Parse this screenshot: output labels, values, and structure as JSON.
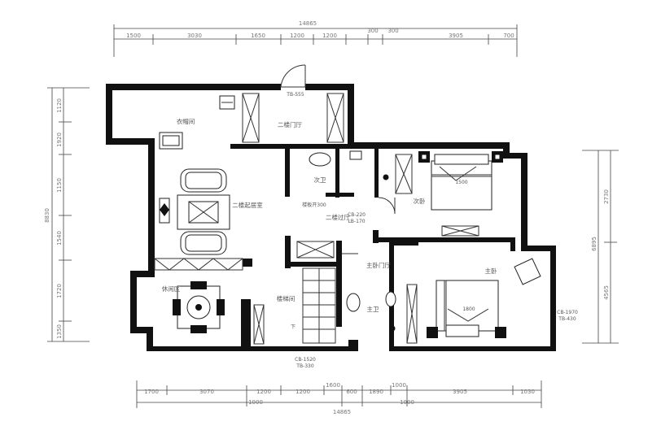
{
  "rooms": {
    "cloakroom": "衣帽间",
    "foyer": "二楼门厅",
    "family_room": "二楼起居室",
    "secondary_bath": "次卫",
    "secondary_bedroom": "次卧",
    "hall": "二楼过厅",
    "stair_well": "楼梯间",
    "leisure": "休闲区",
    "master_foyer": "主卧门厅",
    "master_bath": "主卫",
    "master_bedroom": "主卧"
  },
  "labels": {
    "stair_note": "楼板开300",
    "hall_note_1": "CB-220",
    "hall_note_2": "LB-170",
    "door_note_top": "TB-555",
    "right_note_1": "CB-1970",
    "right_note_2": "TB-430",
    "bottom_note_1": "CB-1520",
    "bottom_note_2": "TB-330",
    "bed_2_dim": "1500",
    "bed_master_dim": "1800",
    "stair_down": "下"
  },
  "dimensions": {
    "top_total": "14865",
    "top_segments": [
      "1500",
      "3030",
      "1650",
      "1200",
      "1200",
      "300",
      "300",
      "3905",
      "700"
    ],
    "bottom_total": "14865",
    "bottom_segments": [
      "1700",
      "3070",
      "1200",
      "1200",
      "1600",
      "600",
      "1890",
      "1000",
      "3905",
      "1030"
    ],
    "bottom_extra": [
      "1000",
      "1000"
    ],
    "left_total": "8830",
    "left_segments": [
      "1120",
      "1920",
      "1150",
      "1540",
      "1720",
      "1350"
    ],
    "right_total": "6895",
    "right_segments": [
      "2730",
      "4565"
    ]
  }
}
